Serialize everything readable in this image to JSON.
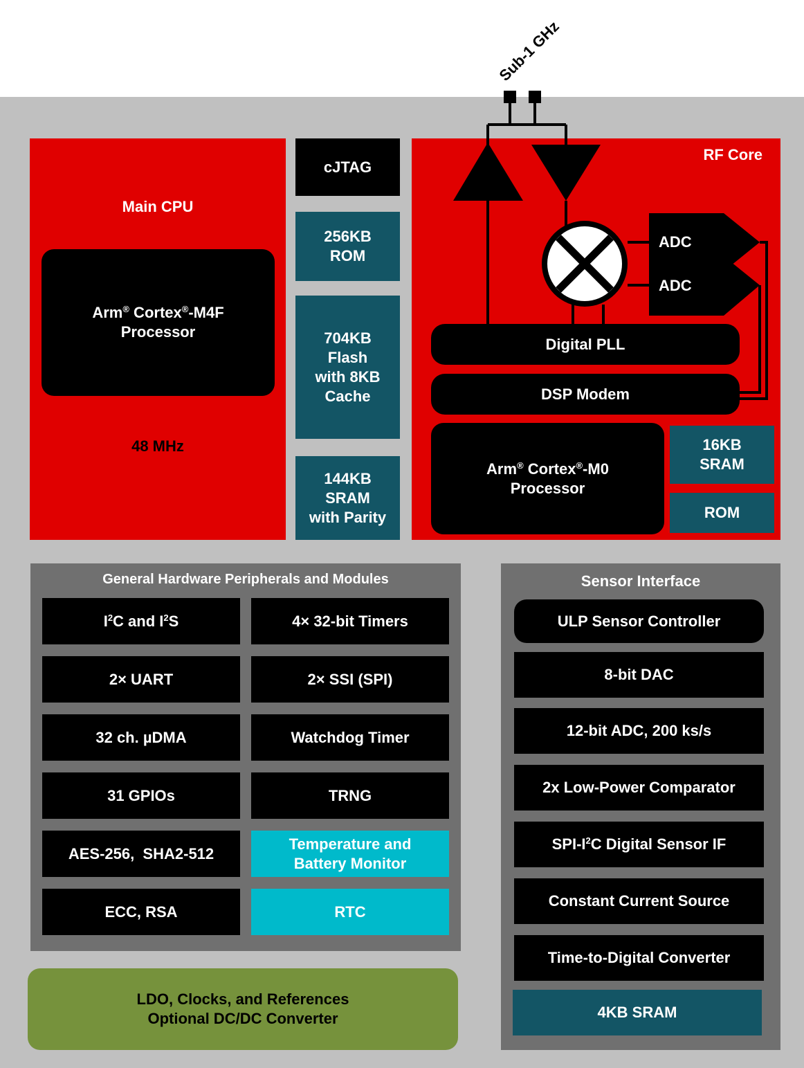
{
  "antenna_label": "Sub-1 GHz",
  "main_cpu": {
    "title": "Main CPU",
    "processor_line1_parts": [
      "Arm",
      "®",
      " Cortex",
      "®",
      "-M4F"
    ],
    "processor_line2": "Processor",
    "clock": "48 MHz"
  },
  "memory": {
    "cjtag": "cJTAG",
    "rom": [
      "256KB",
      "ROM"
    ],
    "flash": [
      "704KB",
      "Flash",
      "with 8KB",
      "Cache"
    ],
    "sram": [
      "144KB",
      "SRAM",
      "with Parity"
    ]
  },
  "rf_core": {
    "title": "RF Core",
    "adc1": "ADC",
    "adc2": "ADC",
    "digital_pll": "Digital PLL",
    "dsp_modem": "DSP Modem",
    "processor_line1_parts": [
      "Arm",
      "®",
      " Cortex",
      "®",
      "-M0"
    ],
    "processor_line2": "Processor",
    "sram": [
      "16KB",
      "SRAM"
    ],
    "rom": "ROM"
  },
  "peripherals": {
    "title": "General Hardware Peripherals and Modules",
    "i2c_parts": [
      "I",
      "2",
      "C and I",
      "2",
      "S"
    ],
    "timers": "4× 32-bit Timers",
    "uart": "2× UART",
    "ssi": "2× SSI (SPI)",
    "udma": "32 ch. µDMA",
    "watchdog": "Watchdog Timer",
    "gpios": "31 GPIOs",
    "trng": "TRNG",
    "aes": "AES-256,  SHA2-512",
    "temp": [
      "Temperature and",
      "Battery Monitor"
    ],
    "ecc": "ECC, RSA",
    "rtc": "RTC"
  },
  "sensor": {
    "title": "Sensor Interface",
    "ulp": "ULP Sensor Controller",
    "dac": "8-bit DAC",
    "adc": "12-bit ADC, 200 ks/s",
    "comparator": "2x Low-Power Comparator",
    "spi_parts": [
      "SPI-I",
      "2",
      "C Digital Sensor IF"
    ],
    "current": "Constant Current Source",
    "tdc": "Time-to-Digital Converter",
    "sram": "4KB SRAM"
  },
  "power": [
    "LDO, Clocks, and References",
    "Optional DC/DC Converter"
  ],
  "colors": {
    "chip_background": "#c0c0c0",
    "cpu_red": "#e00000",
    "memory_teal": "#135565",
    "highlight_cyan": "#00bacb",
    "power_green": "#76923c",
    "panel_gray": "#707070"
  }
}
